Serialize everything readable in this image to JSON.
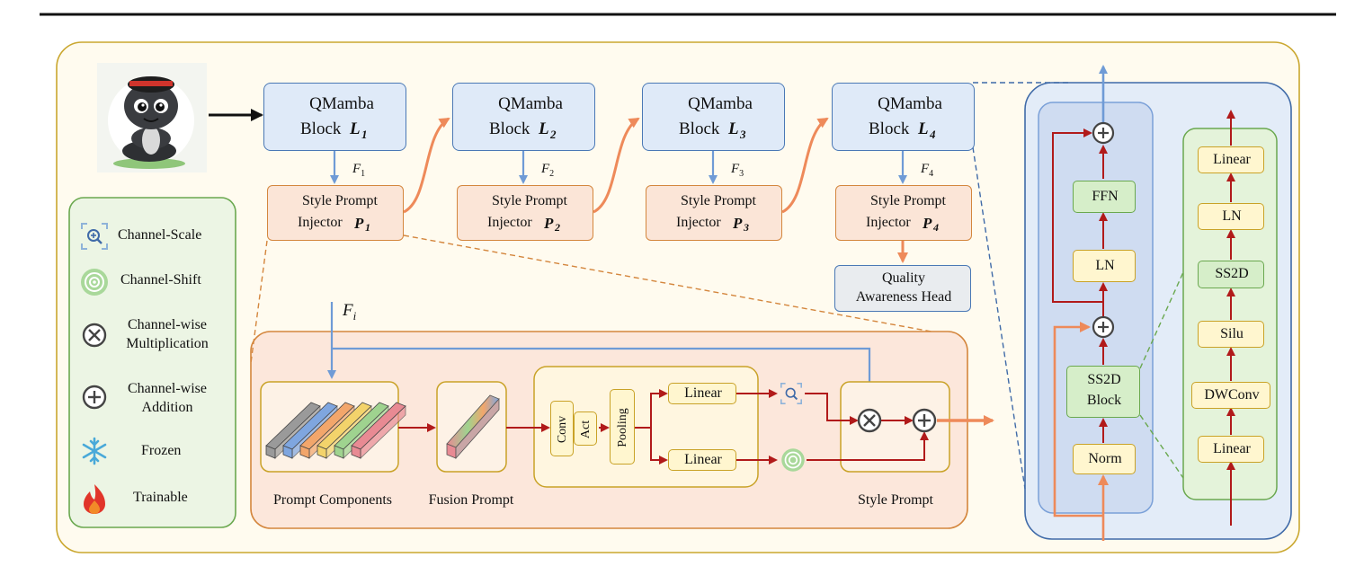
{
  "blocks": [
    {
      "name": "QMamba",
      "sub": "Block",
      "sym": "L",
      "idx": "1"
    },
    {
      "name": "QMamba",
      "sub": "Block",
      "sym": "L",
      "idx": "2"
    },
    {
      "name": "QMamba",
      "sub": "Block",
      "sym": "L",
      "idx": "3"
    },
    {
      "name": "QMamba",
      "sub": "Block",
      "sym": "L",
      "idx": "4"
    }
  ],
  "features": [
    {
      "sym": "F",
      "idx": "1"
    },
    {
      "sym": "F",
      "idx": "2"
    },
    {
      "sym": "F",
      "idx": "3"
    },
    {
      "sym": "F",
      "idx": "4"
    }
  ],
  "injectors": [
    {
      "line1": "Style Prompt",
      "line2": "Injector",
      "sym": "P",
      "idx": "1"
    },
    {
      "line1": "Style Prompt",
      "line2": "Injector",
      "sym": "P",
      "idx": "2"
    },
    {
      "line1": "Style Prompt",
      "line2": "Injector",
      "sym": "P",
      "idx": "3"
    },
    {
      "line1": "Style Prompt",
      "line2": "Injector",
      "sym": "P",
      "idx": "4"
    }
  ],
  "head": {
    "line1": "Quality",
    "line2": "Awareness Head"
  },
  "legend": {
    "channel_scale": "Channel-Scale",
    "channel_shift": "Channel-Shift",
    "mult_line1": "Channel-wise",
    "mult_line2": "Multiplication",
    "add_line1": "Channel-wise",
    "add_line2": "Addition",
    "frozen": "Frozen",
    "trainable": "Trainable"
  },
  "detail": {
    "input_sym": "F",
    "input_idx": "i",
    "conv": "Conv",
    "act": "Act",
    "pooling": "Pooling",
    "linear_top": "Linear",
    "linear_bottom": "Linear",
    "cap_components": "Prompt Components",
    "cap_fusion": "Fusion Prompt",
    "cap_style": "Style Prompt",
    "component_colors": [
      "#9a9a9a",
      "#7fa6df",
      "#f2a66b",
      "#f3d36b",
      "#9fd38f",
      "#e88a93"
    ]
  },
  "block_detail": {
    "ffn": "FFN",
    "ln": "LN",
    "ss2d_block_line1": "SS2D",
    "ss2d_block_line2": "Block",
    "norm": "Norm"
  },
  "ss2d_detail": {
    "linear_top": "Linear",
    "ln": "LN",
    "ss2d": "SS2D",
    "silu": "Silu",
    "dwconv": "DWConv",
    "linear_bottom": "Linear"
  }
}
